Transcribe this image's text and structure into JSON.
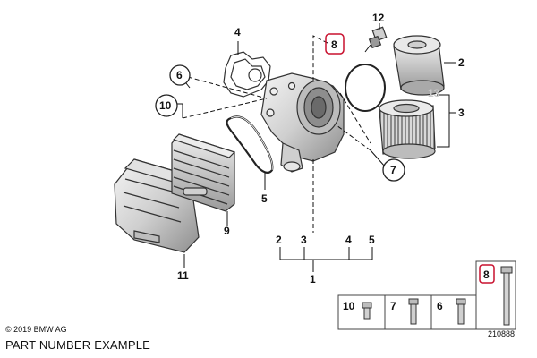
{
  "callouts": {
    "c1": "1",
    "c2": "2",
    "c3": "3",
    "c4": "4",
    "c5": "5",
    "c6": "6",
    "c7": "7",
    "c8": "8",
    "c9": "9",
    "c10": "10",
    "c11": "11",
    "c12": "12",
    "c13": "13"
  },
  "assembly_labels": [
    "2",
    "3",
    "4",
    "5"
  ],
  "hardware_table": {
    "cells": [
      "10",
      "7",
      "6"
    ],
    "tall_bolt": "8"
  },
  "footer": {
    "copyright": "© 2019 BMW AG",
    "caption": "PART NUMBER EXAMPLE",
    "image_number": "210888"
  },
  "colors": {
    "highlight": "#c8102e",
    "ink": "#111111",
    "muted": "#c9c9c9"
  }
}
